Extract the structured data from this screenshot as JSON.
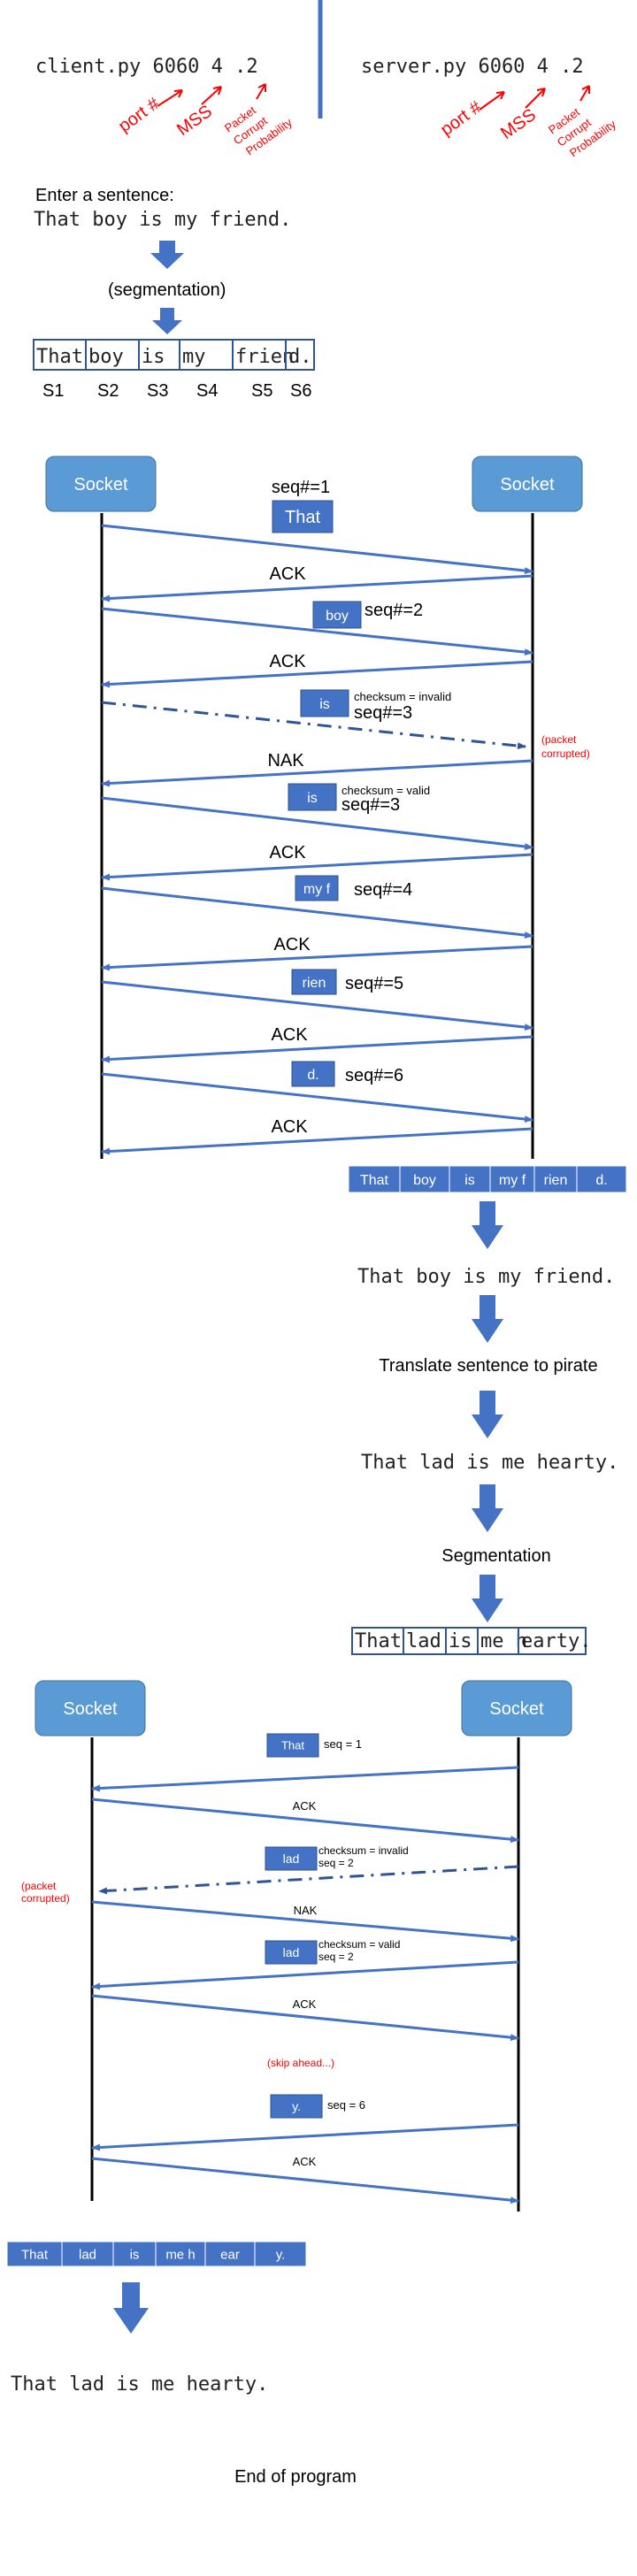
{
  "header": {
    "client_cmd": "client.py 6060 4 .2",
    "server_cmd": "server.py 6060 4 .2",
    "arg_labels": {
      "port": "port #",
      "mss": "MSS",
      "prob_1": "Packet",
      "prob_2": "Corrupt",
      "prob_3": "Probability"
    }
  },
  "input": {
    "prompt": "Enter a sentence:",
    "sentence": "That boy is my friend.",
    "segmentation_label": "(segmentation)",
    "segments": [
      "That",
      "boy",
      "is",
      "my",
      "frien",
      "d."
    ],
    "segment_labels": [
      "S1",
      "S2",
      "S3",
      "S4",
      "S5",
      "S6"
    ]
  },
  "exchange1": {
    "socket_label": "Socket",
    "seq1": "seq#=1",
    "packets": [
      {
        "text": "That"
      },
      {
        "text": "boy",
        "seq": "seq#=2"
      },
      {
        "text": "is",
        "seq": "seq#=3",
        "checksum": "checksum = invalid"
      },
      {
        "text": "is",
        "seq": "seq#=3",
        "checksum": "checksum = valid"
      },
      {
        "text": "my f",
        "seq": "seq#=4"
      },
      {
        "text": "rien",
        "seq": "seq#=5"
      },
      {
        "text": "d.",
        "seq": "seq#=6"
      }
    ],
    "ack": "ACK",
    "nak": "NAK",
    "corrupted_1": "(packet",
    "corrupted_2": "corrupted)",
    "received": [
      "That",
      "boy",
      "is",
      "my f",
      "rien",
      "d."
    ]
  },
  "translate": {
    "reassembled": "That boy is my friend.",
    "step_label": "Translate sentence to pirate",
    "pirate": "That lad is me hearty.",
    "seg_label": "Segmentation",
    "pirate_segments": [
      "That",
      "lad",
      "is",
      "me h",
      "earty."
    ]
  },
  "exchange2": {
    "socket_label": "Socket",
    "packets": [
      {
        "text": "That",
        "seq": "seq = 1"
      },
      {
        "text": "lad",
        "checksum": "checksum = invalid",
        "seq": "seq = 2"
      },
      {
        "text": "lad",
        "checksum": "checksum = valid",
        "seq": "seq = 2"
      },
      {
        "text": "y.",
        "seq": "seq = 6"
      }
    ],
    "ack": "ACK",
    "nak": "NAK",
    "corrupted_1": "(packet",
    "corrupted_2": "corrupted)",
    "skip": "(skip ahead...)",
    "received": [
      "That",
      "lad",
      "is",
      "me h",
      "ear",
      "y."
    ]
  },
  "result": {
    "final_sentence": "That lad is me hearty.",
    "end_label": "End of program"
  },
  "colors": {
    "accent": "#4472C4",
    "socket_fill": "#5B9BD5",
    "dark": "#2F5597",
    "red": "#FF0000",
    "text": "#000000"
  }
}
